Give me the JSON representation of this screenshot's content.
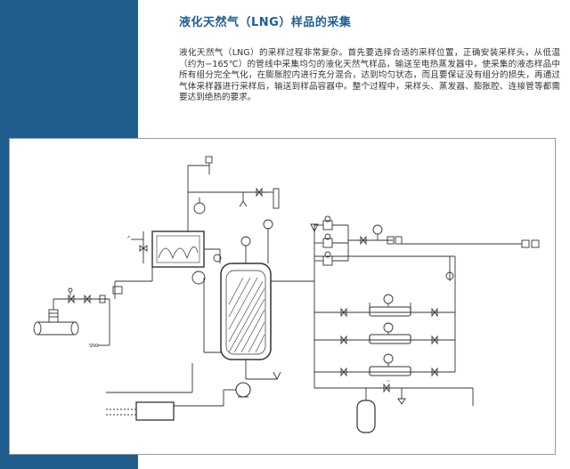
{
  "header": {
    "title": "液化天然气（LNG）样品的采集",
    "body": "液化天然气（LNG）的采样过程非常复杂。首先要选择合适的采样位置，正确安装采样头，从低温（约为−165℃）的管线中采集均匀的液化天然气样品，输送至电热蒸发器中，使采集的液态样品中所有组分完全气化，在膨胀腔内进行充分混合，达到均匀状态，而且要保证没有组分的损失，再通过气体采样器进行采样后，输送到样品容器中。整个过程中，采样头、蒸发器、膨胀腔、连接管等都需要达到绝热的要求。"
  },
  "diagram": {
    "labels": {
      "flow_tag": "SNG"
    }
  },
  "colors": {
    "side_band": "#1f5d8f",
    "title": "#1f5d8f",
    "line": "#333333"
  }
}
